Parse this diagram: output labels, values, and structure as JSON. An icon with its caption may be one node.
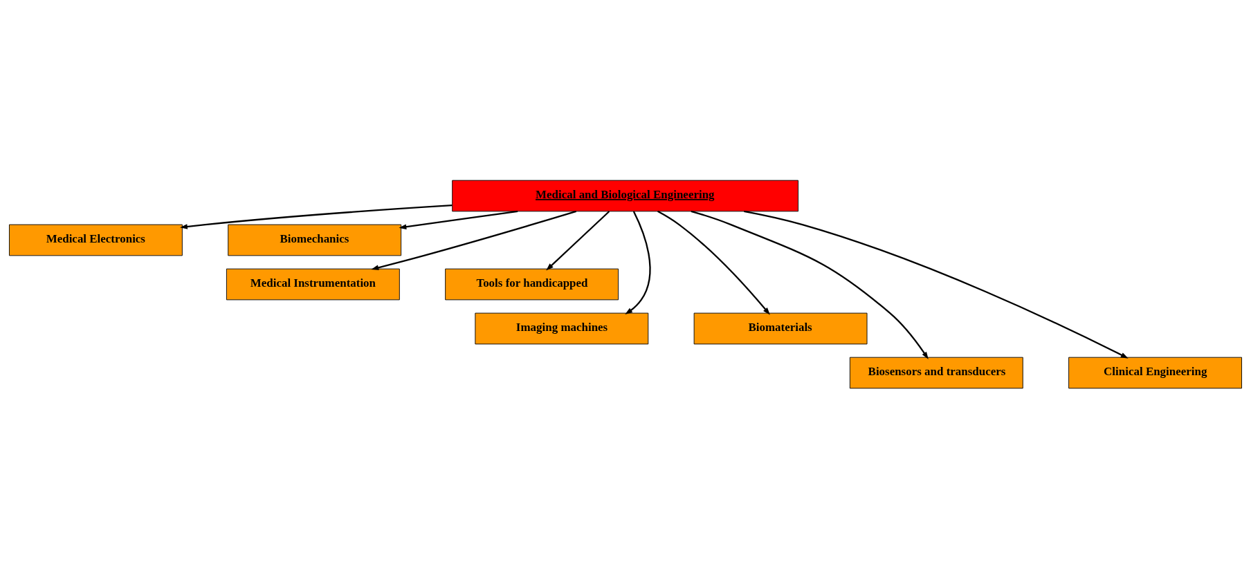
{
  "diagram": {
    "nodes": [
      {
        "text": [
          "Medical and Biological Engineering"
        ]
      },
      {
        "text": [
          "Medical Electronics"
        ]
      },
      {
        "text": [
          "Biomechanics"
        ]
      },
      {
        "text": [
          "Medical Instrumentation"
        ]
      },
      {
        "text": [
          "Tools for handicapped"
        ]
      },
      {
        "text": [
          "Imaging machines"
        ]
      },
      {
        "text": [
          "Biomaterials"
        ]
      },
      {
        "text": [
          "Biosensors and transducers"
        ]
      },
      {
        "text": [
          "Clinical Engineering"
        ]
      }
    ],
    "edges": [
      {
        "from": 0,
        "to": 1,
        "arrow": "to"
      },
      {
        "from": 0,
        "to": 2,
        "arrow": "to"
      },
      {
        "from": 0,
        "to": 3,
        "arrow": "to"
      },
      {
        "from": 0,
        "to": 4,
        "arrow": "to"
      },
      {
        "from": 0,
        "to": 5,
        "arrow": "to"
      },
      {
        "from": 0,
        "to": 6,
        "arrow": "to"
      },
      {
        "from": 0,
        "to": 7,
        "arrow": "to"
      },
      {
        "from": 0,
        "to": 8,
        "arrow": "to"
      }
    ]
  }
}
